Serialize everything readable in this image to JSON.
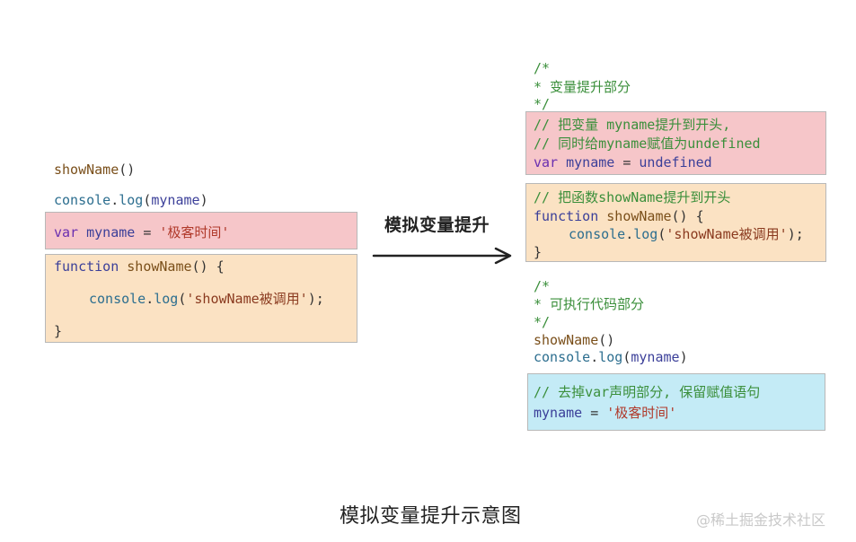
{
  "left": {
    "line1": {
      "fn": "showName",
      "paren": "()"
    },
    "line2": {
      "obj": "console",
      "dot": ".",
      "fn": "log",
      "open": "(",
      "arg": "myname",
      "close": ")"
    },
    "var_block": {
      "kw": "var",
      "name": "myname",
      "eq": "=",
      "str": "'极客时间'"
    },
    "func_block": {
      "kw": "function",
      "name": "showName",
      "sig": "() {",
      "body_obj": "console",
      "body_dot": ".",
      "body_fn": "log",
      "body_open": "(",
      "body_str": "'showName被调用'",
      "body_close": ");",
      "close": "}"
    }
  },
  "arrow": {
    "label": "模拟变量提升"
  },
  "right": {
    "hoist_comment": [
      "/*",
      "* 变量提升部分",
      "*/"
    ],
    "pink_block": {
      "c1": "// 把变量 myname提升到开头,",
      "c2": "// 同时给myname赋值为undefined",
      "kw": "var",
      "name": "myname",
      "eq": "=",
      "val": "undefined"
    },
    "orange_block": {
      "c1": "// 把函数showName提升到开头",
      "kw": "function",
      "name": "showName",
      "sig": "() {",
      "body_obj": "console",
      "body_dot": ".",
      "body_fn": "log",
      "body_open": "(",
      "body_str": "'showName被调用'",
      "body_close": ");",
      "close": "}"
    },
    "exec_comment": [
      "/*",
      "* 可执行代码部分",
      "*/"
    ],
    "exec_line1": {
      "fn": "showName",
      "paren": "()"
    },
    "exec_line2": {
      "obj": "console",
      "dot": ".",
      "fn": "log",
      "open": "(",
      "arg": "myname",
      "close": ")"
    },
    "blue_block": {
      "c1": "// 去掉var声明部分, 保留赋值语句",
      "name": "myname",
      "eq": "=",
      "str": "'极客时间'"
    }
  },
  "caption": "模拟变量提升示意图",
  "watermark": "@稀土掘金技术社区",
  "colors": {
    "pink": "#f6c6c9",
    "orange": "#fbe2c3",
    "blue": "#c4ebf6",
    "comment": "#3b8f3b",
    "string": "#b0392a",
    "keyword": "#6a2fb0"
  }
}
